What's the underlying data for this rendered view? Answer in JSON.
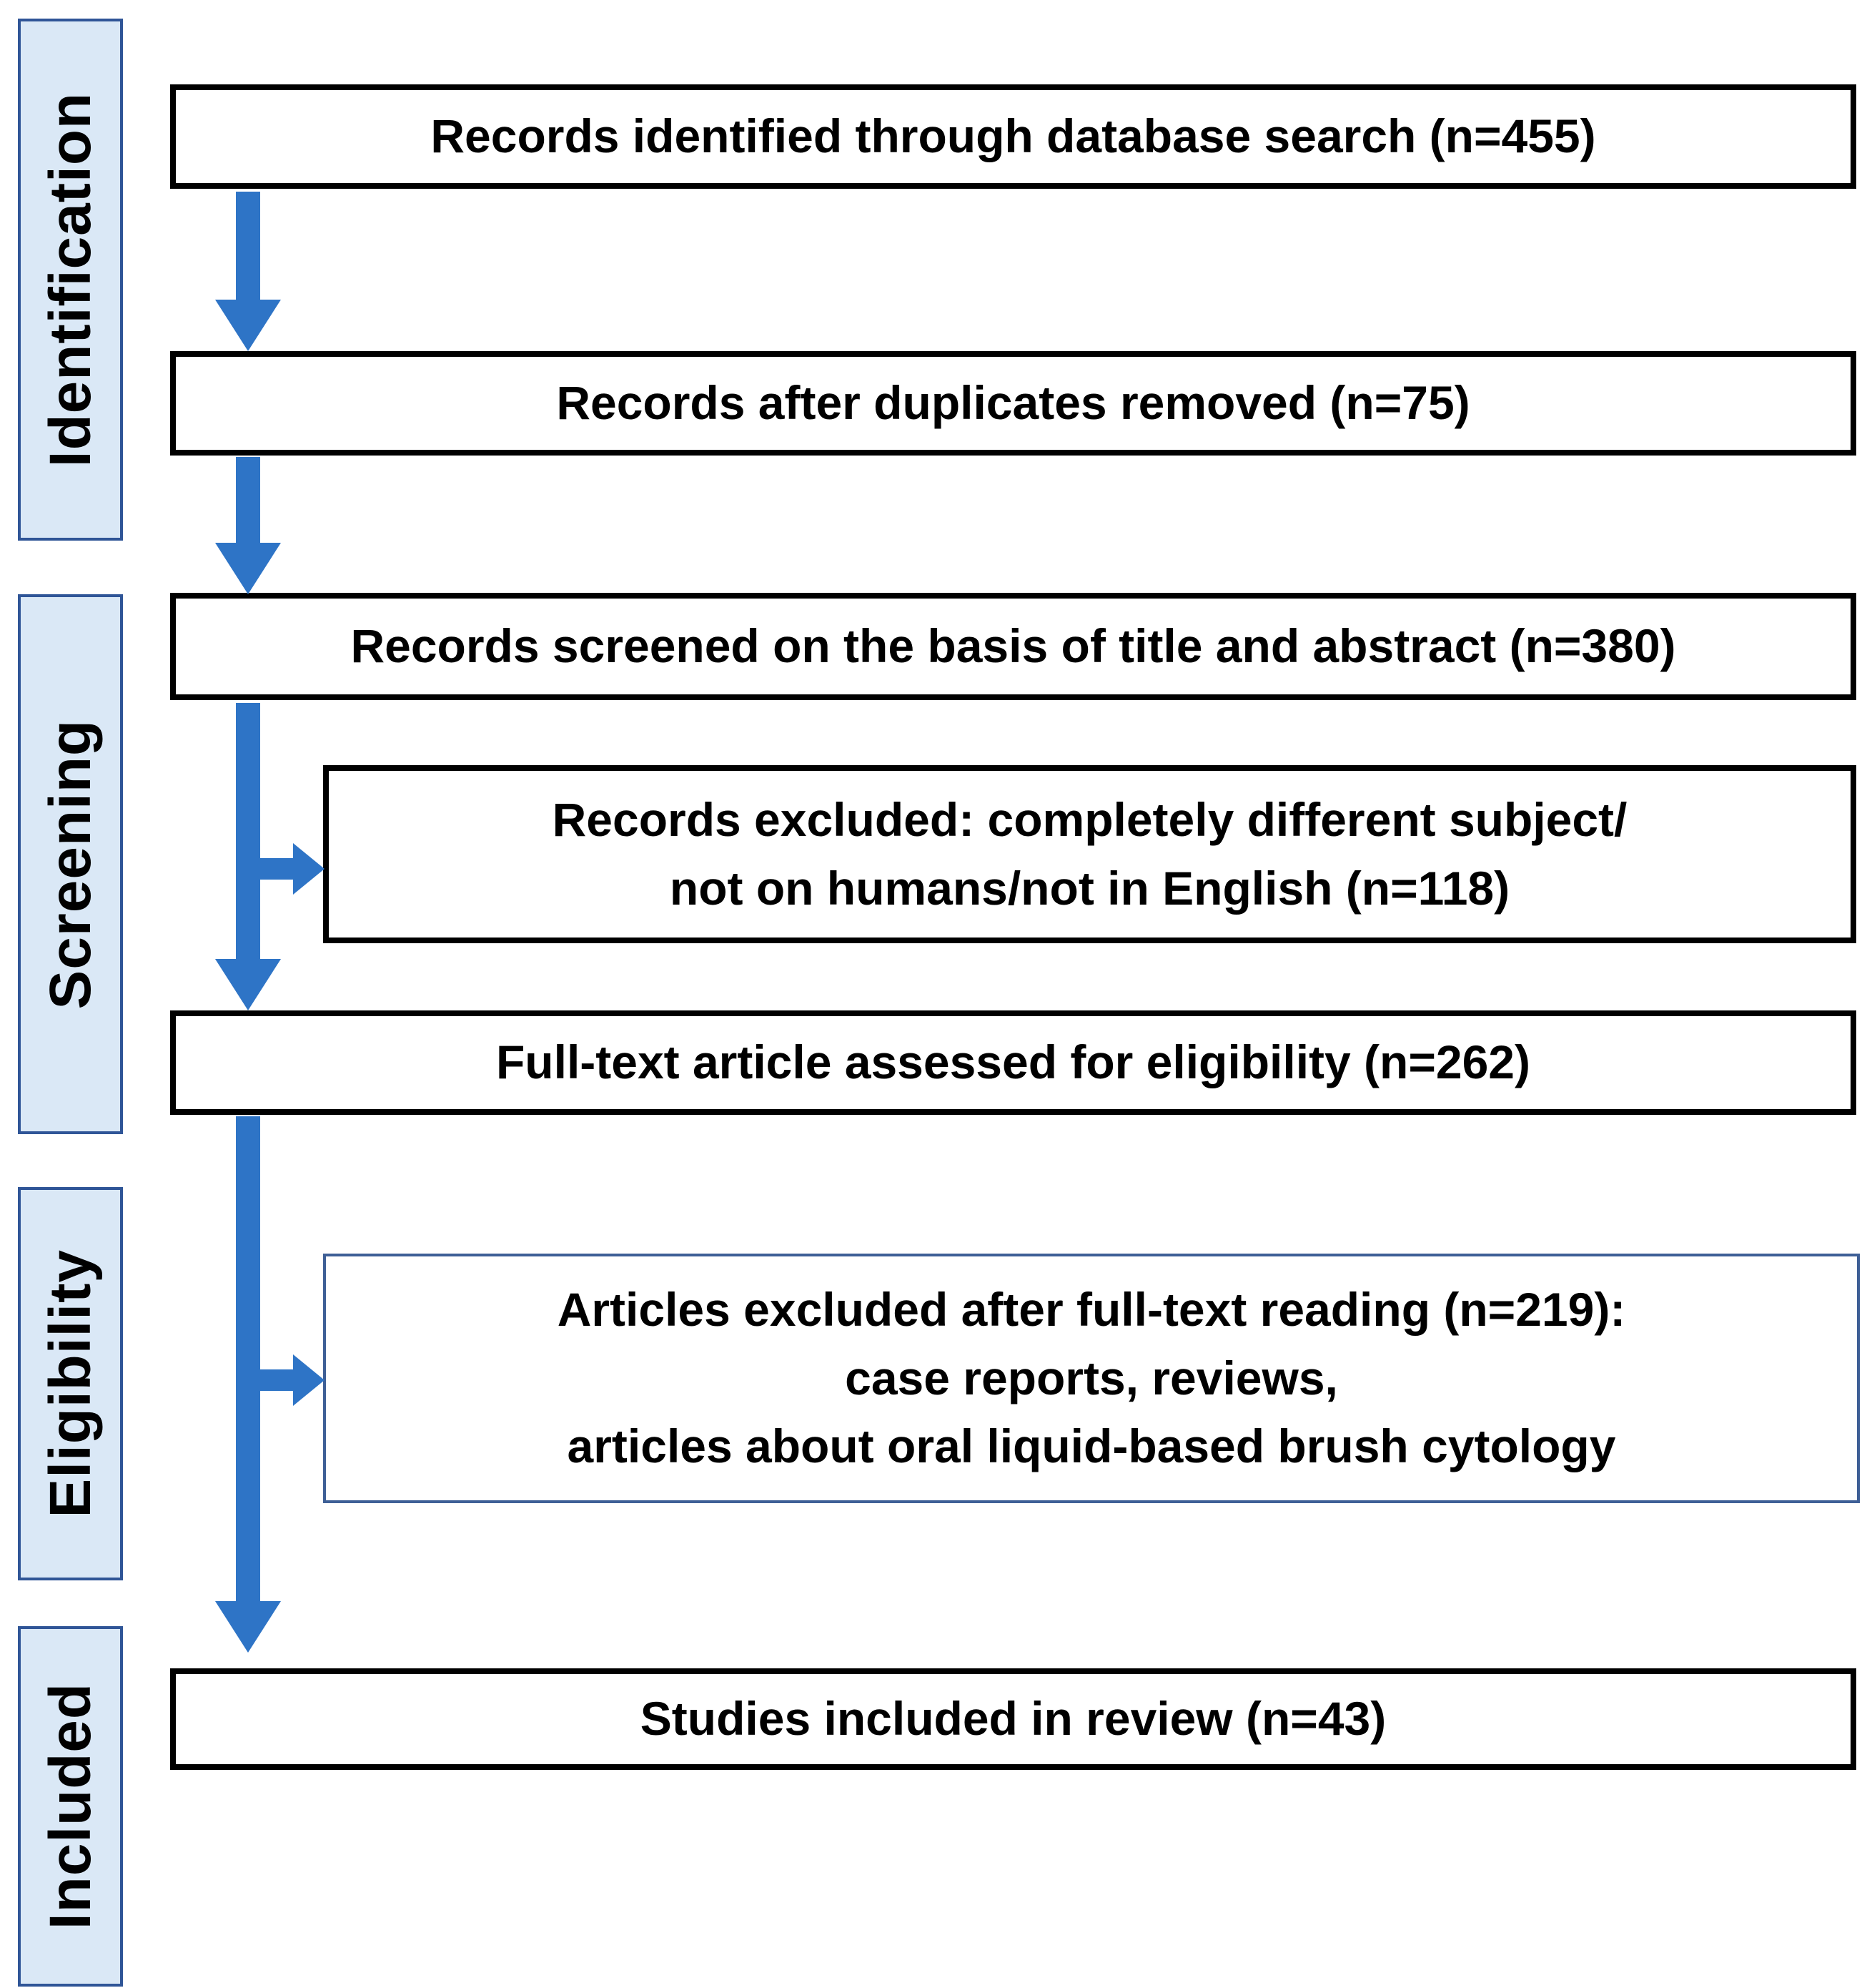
{
  "figure": {
    "type": "prisma-flow-diagram",
    "stages": [
      {
        "label": "Identification"
      },
      {
        "label": "Screening"
      },
      {
        "label": "Eligibility"
      },
      {
        "label": "Included"
      }
    ],
    "nodes": {
      "identified": {
        "text": "Records identified through database search (n=455)",
        "n": 455
      },
      "after_duplicates": {
        "text": "Records after duplicates removed (n=75)",
        "n": 75
      },
      "screened": {
        "text": "Records screened on the basis of title and abstract (n=380)",
        "n": 380
      },
      "records_excluded": {
        "lines": [
          "Records excluded: completely different subject/",
          "not on humans/not in English (n=118)"
        ],
        "n": 118
      },
      "fulltext_assessed": {
        "text": "Full-text article assessed for eligibility (n=262)",
        "n": 262
      },
      "articles_excluded": {
        "lines": [
          "Articles excluded after full-text reading (n=219):",
          "case reports, reviews,",
          "articles about oral liquid-based brush cytology"
        ],
        "n": 219
      },
      "included_studies": {
        "text": "Studies included in review (n=43)",
        "n": 43
      }
    },
    "colors": {
      "arrow_blue": "#2E74C6",
      "stage_fill": "#DAE8F6",
      "stage_border": "#2F5597",
      "box_border": "#000000",
      "excluded_box_border": "#3E5F96",
      "text": "#000000",
      "background": "#FFFFFF"
    }
  }
}
